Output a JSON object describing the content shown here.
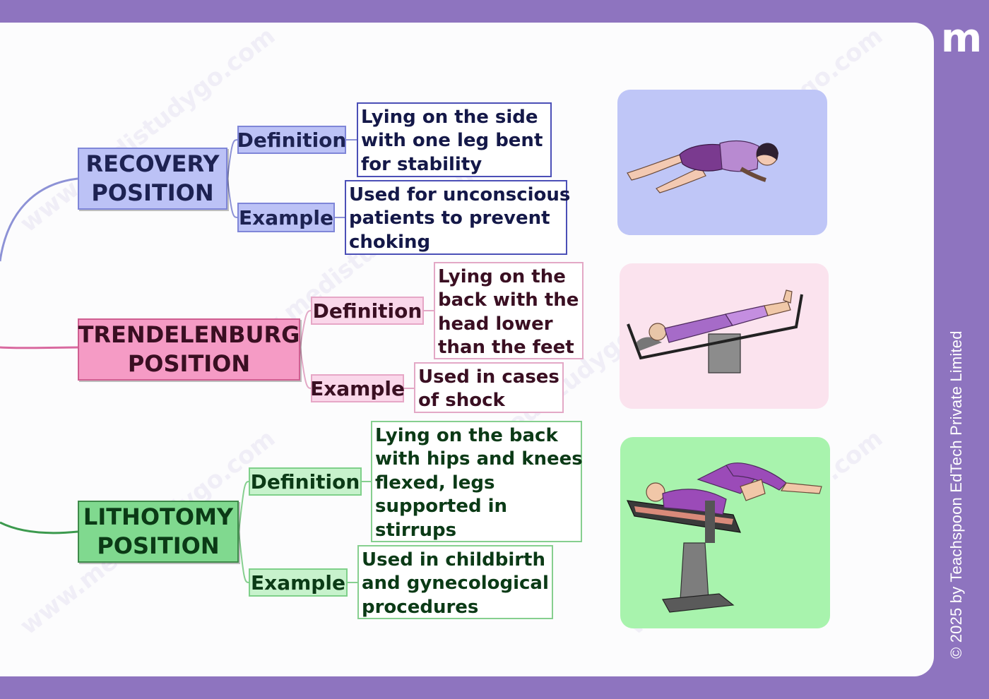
{
  "logo_text": "m",
  "copyright": "© 2025 by Teachspoon EdTech Private Limited",
  "watermark": "www.medistudygo.com",
  "positions": [
    {
      "title_lines": [
        "RECOVERY",
        "POSITION"
      ],
      "definition_label": "Definition",
      "definition_lines": [
        "Lying on the side",
        "with one leg bent",
        "for stability"
      ],
      "example_label": "Example",
      "example_lines": [
        "Used for unconscious",
        "patients to prevent",
        "choking"
      ],
      "image": "recovery-position-illustration",
      "color": "#bcc2f6"
    },
    {
      "title_lines": [
        "TRENDELENBURG",
        "POSITION"
      ],
      "definition_label": "Definition",
      "definition_lines": [
        "Lying on the",
        "back with the",
        "head lower",
        "than the feet"
      ],
      "example_label": "Example",
      "example_lines": [
        "Used in cases",
        "of shock"
      ],
      "image": "trendelenburg-position-illustration",
      "color": "#f59bc5"
    },
    {
      "title_lines": [
        "LITHOTOMY",
        "POSITION"
      ],
      "definition_label": "Definition",
      "definition_lines": [
        "Lying on the back",
        "with hips and knees",
        "flexed, legs",
        "supported in",
        "stirrups"
      ],
      "example_label": "Example",
      "example_lines": [
        "Used in childbirth",
        "and gynecological",
        "procedures"
      ],
      "image": "lithotomy-position-illustration",
      "color": "#80d98f"
    }
  ]
}
